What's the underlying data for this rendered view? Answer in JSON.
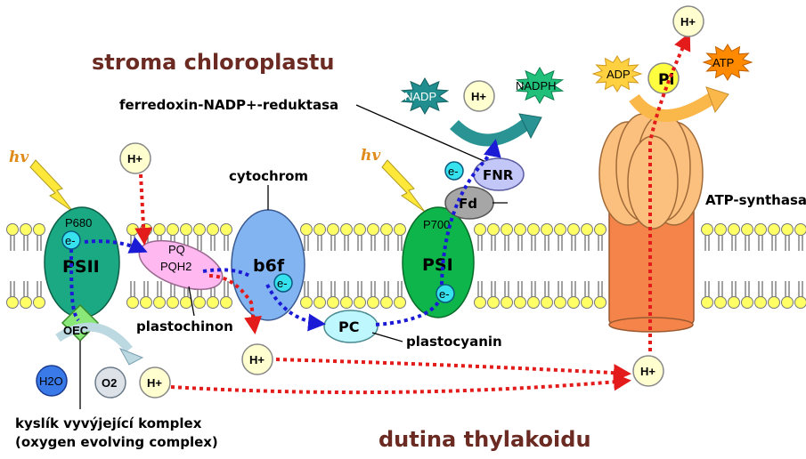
{
  "regions": {
    "stroma": "stroma chloroplastu",
    "lumen": "dutina thylakoidu"
  },
  "light": "hv",
  "psii": {
    "name": "PSII",
    "pigment": "P680",
    "electron": "e-"
  },
  "plastoquinone": {
    "pq": "PQ",
    "pqh2": "PQH2",
    "label": "plastochinon"
  },
  "cytochrome": {
    "name": "b6f",
    "label": "cytochrom",
    "electron": "e-"
  },
  "plastocyanin": {
    "name": "PC",
    "label": "plastocyanin"
  },
  "psi": {
    "name": "PSI",
    "pigment": "P700",
    "electron": "e-"
  },
  "ferredoxin": {
    "name": "Fd",
    "electron": "e-"
  },
  "fnr": {
    "name": "FNR",
    "label": "ferredoxin-NADP+-reduktasa"
  },
  "nadp": {
    "substrate": "NADP",
    "proton": "H+",
    "product": "NADPH"
  },
  "atp_synthase": {
    "label": "ATP-synthasa",
    "adp": "ADP",
    "pi": "Pi",
    "atp": "ATP"
  },
  "oec": {
    "abbr": "OEC",
    "label_line1": "kyslík vyvýjející komplex",
    "label_line2": "(oxygen evolving complex)"
  },
  "water": {
    "h2o": "H2O",
    "o2": "O2",
    "proton": "H+"
  },
  "protons": {
    "symbol": "H+"
  },
  "colors": {
    "region_text": "#6b2a22",
    "psii_fill": "#1aa982",
    "psi_fill": "#0db54a",
    "cyt_fill": "#82b4f2",
    "pq_fill": "#ffb9f0",
    "pc_fill": "#bff7ff",
    "fnr_fill": "#c3c7f7",
    "fd_fill": "#a6a6a6",
    "atpase_stalk": "#f5844a",
    "atpase_head": "#fbc07e",
    "electron_fill": "#36e2ee",
    "proton_fill": "#ffffd0",
    "electron_path": "#1b1bd6",
    "proton_path": "#e31b1b",
    "membrane_head": "#ffff66",
    "nadp_star": "#208e8e",
    "arrow_teal": "#2a9393",
    "arrow_orange": "#fbb84a",
    "adp_star": "#ffd040",
    "atp_star": "#ff8a00",
    "lightning": "#ffe83a"
  }
}
